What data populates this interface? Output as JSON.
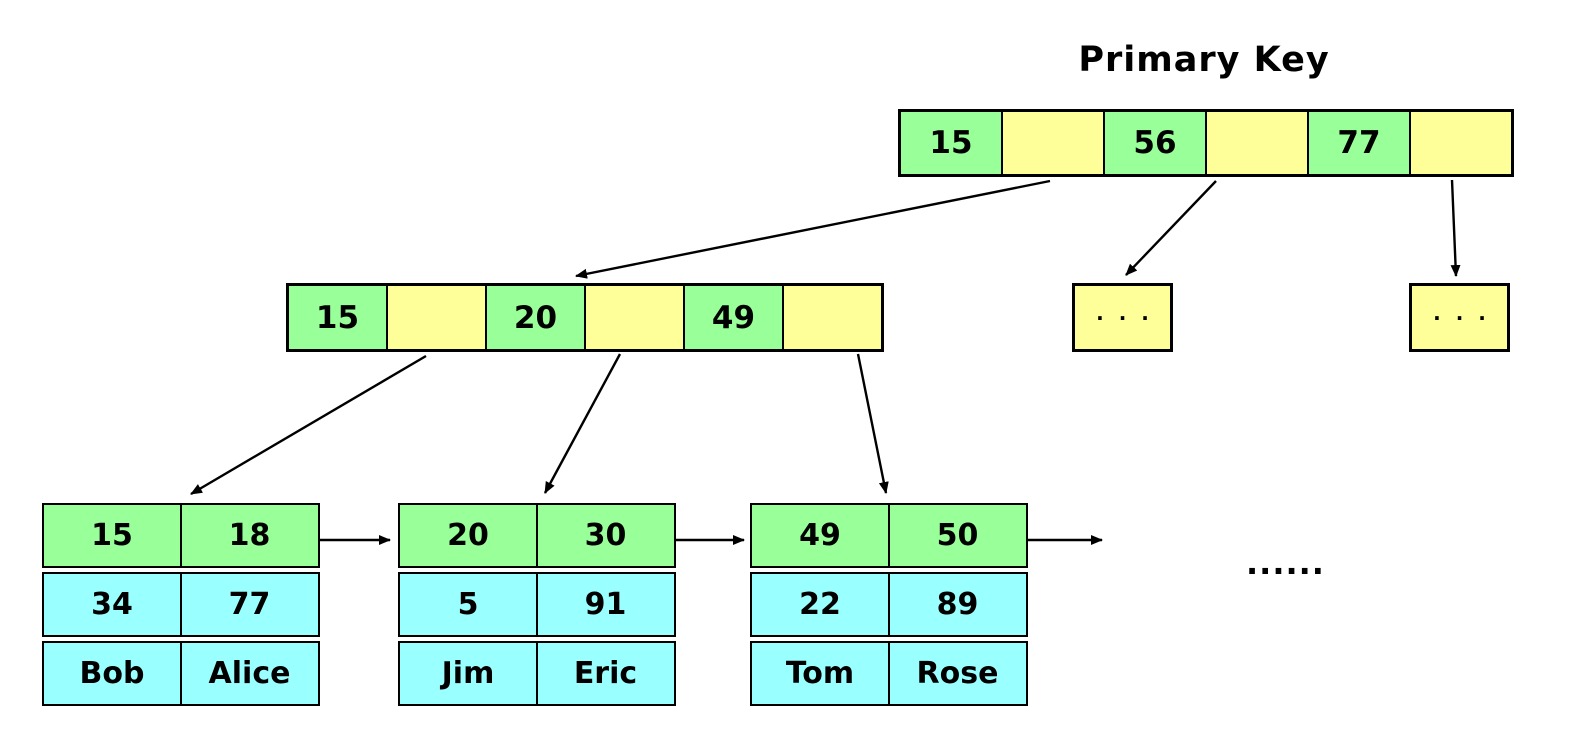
{
  "diagram": {
    "title": "Primary Key",
    "root_node": {
      "cells": [
        "15",
        "",
        "56",
        "",
        "77",
        ""
      ]
    },
    "internal_node": {
      "cells": [
        "15",
        "",
        "20",
        "",
        "49",
        ""
      ]
    },
    "subtree_placeholders": [
      {
        "label": "· · ·"
      },
      {
        "label": "· · ·"
      }
    ],
    "leaf_pages": [
      {
        "rows": [
          [
            "15",
            "18"
          ],
          [
            "34",
            "77"
          ],
          [
            "Bob",
            "Alice"
          ]
        ]
      },
      {
        "rows": [
          [
            "20",
            "30"
          ],
          [
            "5",
            "91"
          ],
          [
            "Jim",
            "Eric"
          ]
        ]
      },
      {
        "rows": [
          [
            "49",
            "50"
          ],
          [
            "22",
            "89"
          ],
          [
            "Tom",
            "Rose"
          ]
        ]
      }
    ],
    "continuation_dots": "......",
    "colors": {
      "key_green": "#99FF99",
      "pointer_yellow": "#FFFF99",
      "data_cyan": "#99FFFF",
      "line_black": "#000000"
    }
  }
}
